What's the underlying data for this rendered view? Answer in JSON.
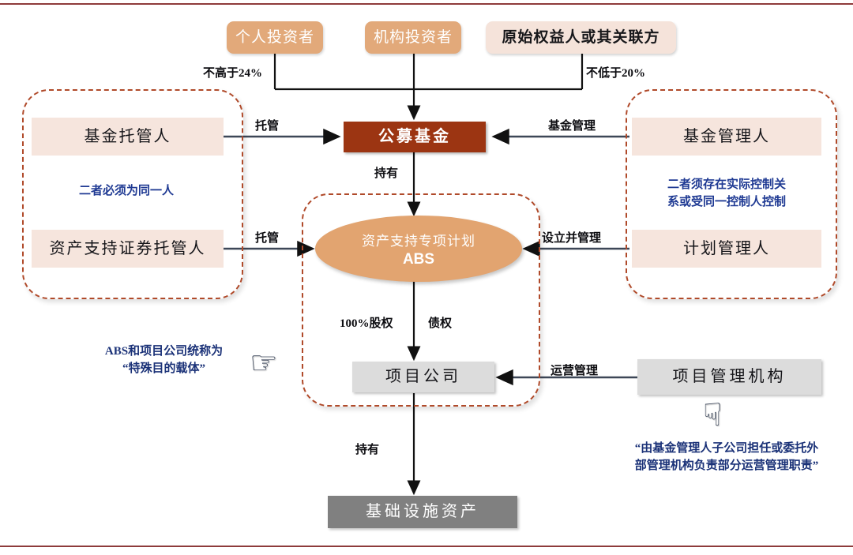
{
  "diagram": {
    "title_bars": {
      "top": "",
      "bottom": ""
    },
    "investors": [
      {
        "label": "个人投资者",
        "style": "orange"
      },
      {
        "label": "机构投资者",
        "style": "orange"
      },
      {
        "label": "原始权益人或其关联方",
        "style": "pink"
      }
    ],
    "percent_labels": {
      "left": "不高于24%",
      "right": "不低于20%"
    },
    "nodes": {
      "public_fund": "公募基金",
      "fund_custodian": "基金托管人",
      "abs_custodian": "资产支持证券托管人",
      "fund_manager": "基金管理人",
      "plan_manager": "计划管理人",
      "abs_line1": "资产支持专项计划",
      "abs_line2": "ABS",
      "project_company": "项目公司",
      "project_manager_org": "项目管理机构",
      "infrastructure_asset": "基础设施资产"
    },
    "edge_labels": {
      "custody_fund": "托管",
      "custody_abs": "托管",
      "fund_management": "基金管理",
      "hold_fund_to_abs": "持有",
      "establish_and_manage": "设立并管理",
      "equity_100": "100%股权",
      "creditor_right": "债权",
      "operation_management": "运营管理",
      "hold_project_to_asset": "持有"
    },
    "notes": {
      "left_group": "二者必须为同一人",
      "right_group_line1": "二者须存在实际控制关",
      "right_group_line2": "系或受同一控制人控制",
      "spv_line1": "ABS和项目公司统称为",
      "spv_line2": "“特殊目的载体”",
      "operator_line1": "“由基金管理人子公司担任或委托外",
      "operator_line2": "部管理机构负责部分运营管理职责”"
    },
    "icons": {
      "hand_right": "☞",
      "hand_down": "☟"
    },
    "colors": {
      "orange_pill": "#E2A97A",
      "pink_pill": "#F5E3DA",
      "dark_red": "#9C3512",
      "abs_orange": "#E2A470",
      "light_gray": "#DCDCDC",
      "dark_gray": "#808080",
      "dashed_border": "#B04A2A",
      "note_blue": "#1B3278",
      "rule_red": "#8E3B3B",
      "arrow_gray": "#4A5468",
      "arrow_black": "#111111"
    }
  }
}
